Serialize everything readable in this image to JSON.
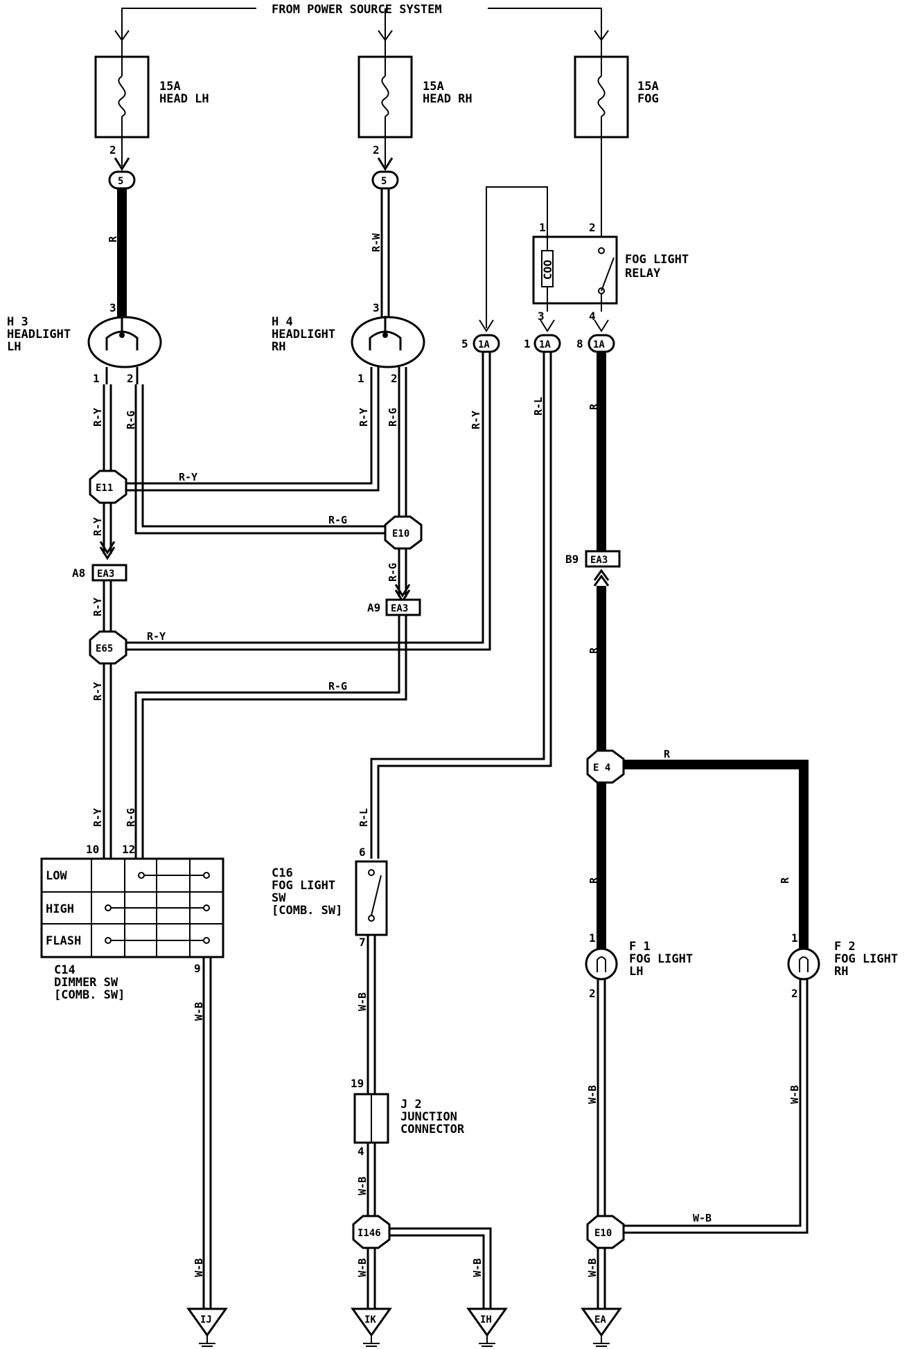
{
  "power_source": "FROM POWER SOURCE SYSTEM",
  "fuses": {
    "head_lh": {
      "rating": "15A",
      "name": "HEAD LH",
      "pin": "2"
    },
    "head_rh": {
      "rating": "15A",
      "name": "HEAD RH",
      "pin": "2"
    },
    "fog": {
      "rating": "15A",
      "name": "FOG"
    }
  },
  "headlights": {
    "lh": {
      "code": "H 3",
      "name": "HEADLIGHT",
      "side": "LH",
      "pin_top": "3",
      "pin_1": "1",
      "pin_2": "2"
    },
    "rh": {
      "code": "H 4",
      "name": "HEADLIGHT",
      "side": "RH",
      "pin_top": "3",
      "pin_1": "1",
      "pin_2": "2"
    }
  },
  "relay": {
    "line1": "FOG LIGHT",
    "line2": "RELAY",
    "pin_1": "1",
    "pin_2": "2",
    "pin_3": "3",
    "pin_4": "4",
    "coil_label": "COO"
  },
  "connectors": {
    "five": "5",
    "one_a": "1A",
    "one_a_pins": [
      "5",
      "1",
      "8"
    ],
    "e11": "E11",
    "e10_left": "E10",
    "ea3": "EA3",
    "ea3_pins": [
      "A8",
      "A9",
      "B9"
    ],
    "e65": "E65",
    "e4": "E 4",
    "i146": "I146",
    "e10_right": "E10"
  },
  "wire_colors": {
    "r": "R",
    "rw": "R-W",
    "ry": "R-Y",
    "rg": "R-G",
    "rl": "R-L",
    "wb": "W-B"
  },
  "dimmer_switch": {
    "code": "C14",
    "name": "DIMMER SW",
    "sub": "[COMB. SW]",
    "rows": [
      "LOW",
      "HIGH",
      "FLASH"
    ],
    "pins": [
      "10",
      "12",
      "9"
    ]
  },
  "fog_switch": {
    "code": "C16",
    "line1": "FOG LIGHT",
    "line2": "SW",
    "sub": "[COMB. SW]",
    "pin_top": "6",
    "pin_bottom": "7"
  },
  "junction": {
    "code": "J 2",
    "line1": "JUNCTION",
    "line2": "CONNECTOR",
    "pin_top": "19",
    "pin_bottom": "4"
  },
  "fog_lights": {
    "lh": {
      "code": "F 1",
      "name": "FOG LIGHT",
      "side": "LH",
      "pin_1": "1",
      "pin_2": "2"
    },
    "rh": {
      "code": "F 2",
      "name": "FOG LIGHT",
      "side": "RH",
      "pin_1": "1",
      "pin_2": "2"
    }
  },
  "grounds": [
    "IJ",
    "IK",
    "IH",
    "EA"
  ]
}
